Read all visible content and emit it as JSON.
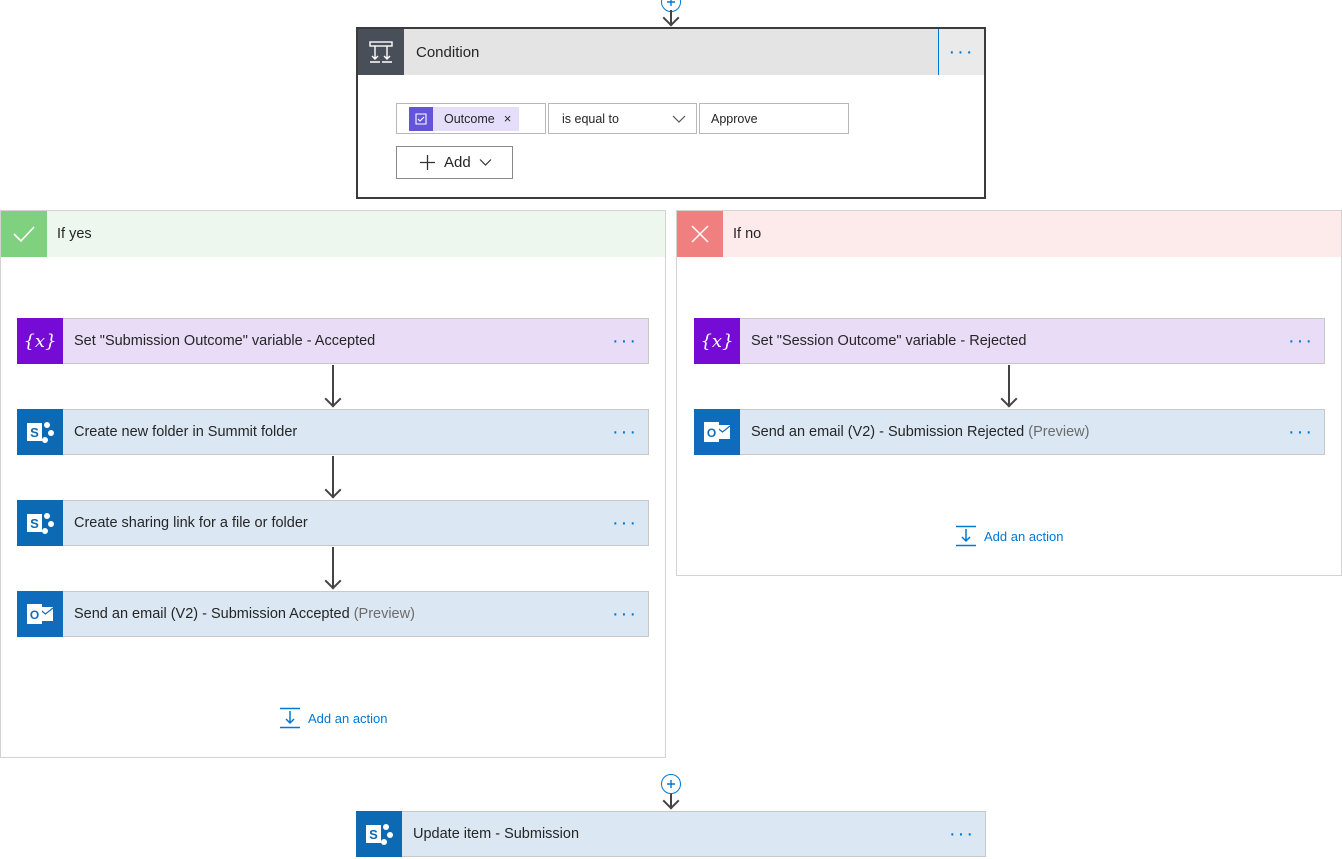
{
  "condition": {
    "title": "Condition",
    "more": "···",
    "token_label": "Outcome",
    "token_remove": "×",
    "operator": "is equal to",
    "value": "Approve",
    "add_label": "Add"
  },
  "branch_yes": {
    "title": "If yes",
    "color": "#7fd07f",
    "actions": [
      {
        "title": "Set \"Submission Outcome\" variable - Accepted",
        "preview": ""
      },
      {
        "title": "Create new folder in Summit folder",
        "preview": ""
      },
      {
        "title": "Create sharing link for a file or folder",
        "preview": ""
      },
      {
        "title": "Send an email (V2) - Submission Accepted",
        "preview": "(Preview)"
      }
    ],
    "add_action": "Add an action"
  },
  "branch_no": {
    "title": "If no",
    "color": "#f08080",
    "actions": [
      {
        "title": "Set \"Session Outcome\" variable - Rejected",
        "preview": ""
      },
      {
        "title": "Send an email (V2) - Submission Rejected",
        "preview": "(Preview)"
      }
    ],
    "add_action": "Add an action"
  },
  "bottom_action": {
    "title": "Update item - Submission"
  },
  "more_label": "···",
  "icons": {
    "condition": "condition-icon",
    "variable": "variable-icon",
    "sharepoint": "sharepoint-icon",
    "outlook": "outlook-icon",
    "check": "check-icon",
    "close": "close-icon",
    "plus": "plus-icon",
    "chevron": "chevron-down-icon"
  }
}
